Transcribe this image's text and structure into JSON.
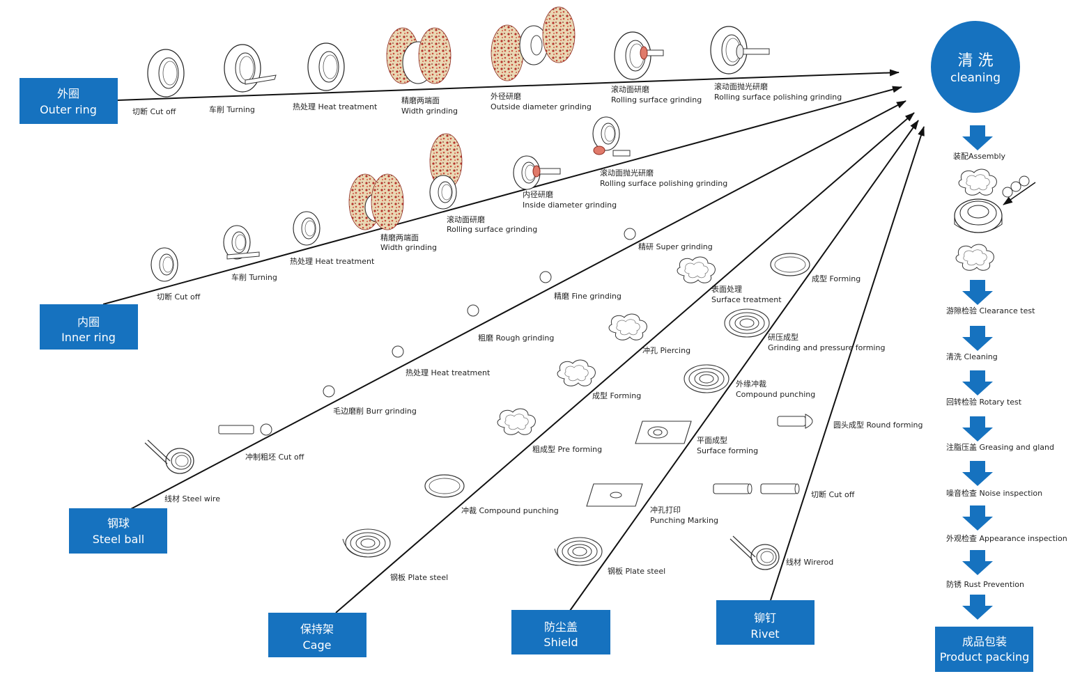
{
  "colors": {
    "box": "#1672bf",
    "line": "#111111",
    "arrow": "#1672bf"
  },
  "boxes": {
    "outer_ring": {
      "cn": "外圈",
      "en": "Outer ring"
    },
    "inner_ring": {
      "cn": "内圈",
      "en": "Inner ring"
    },
    "steel_ball": {
      "cn": "钢球",
      "en": "Steel ball"
    },
    "cage": {
      "cn": "保持架",
      "en": "Cage"
    },
    "shield": {
      "cn": "防尘盖",
      "en": "Shield"
    },
    "rivet": {
      "cn": "铆钉",
      "en": "Rivet"
    },
    "cleaning": {
      "cn": "清  洗",
      "en": "cleaning"
    },
    "packing": {
      "cn": "成品包装",
      "en": "Product packing"
    }
  },
  "outer_steps": {
    "cut_off": "切断 Cut  off",
    "turning": "车削 Turning",
    "heat": "热处理 Heat treatment",
    "width_cn": "精磨两端面",
    "width_en": "Width grinding",
    "od_cn": "外径研磨",
    "od_en": "Outside  diameter grinding",
    "rolling_cn": "滚动面研磨",
    "rolling_en": "Rolling surface grinding",
    "polish_cn": "滚动面抛光研磨",
    "polish_en": "Rolling surface polishing grinding"
  },
  "inner_steps": {
    "cut_off": "切断 Cut  off",
    "turning": "车削 Turning",
    "heat": "热处理 Heat treatment",
    "width_cn": "精磨两端面",
    "width_en": "Width grinding",
    "rolling_cn": "滚动面研磨",
    "rolling_en": "Rolling surface grinding",
    "id_cn": "内径研磨",
    "id_en": "Inside diameter grinding",
    "polish_cn": "滚动面抛光研磨",
    "polish_en": "Rolling surface polishing grinding"
  },
  "ball_steps": {
    "wire": "线材 Steel wire",
    "cut": "冲制粗坯 Cut  off",
    "burr": "毛边磨削 Burr grinding",
    "heat": "热处理 Heat treatment",
    "rough": "粗磨 Rough grinding",
    "fine": "精磨 Fine grinding",
    "super": "精研 Super  grinding"
  },
  "cage_steps": {
    "plate": "钢板 Plate steel",
    "compound": "冲裁 Compound punching",
    "pre": "粗成型 Pre  forming",
    "forming": "成型 Forming",
    "piercing": "冲孔 Piercing",
    "surface_cn": "表面处理",
    "surface_en": "Surface treatment"
  },
  "shield_steps": {
    "plate": "钢板 Plate steel",
    "punch_cn": "冲孔打印",
    "punch_en": "Punching   Marking",
    "surface_cn": "平面成型",
    "surface_en": "Surface forming",
    "compound_cn": "外缘冲裁",
    "compound_en": "Compound punching",
    "grind_cn": "研压成型",
    "grind_en": "Grinding and pressure forming",
    "forming": "成型 Forming"
  },
  "rivet_steps": {
    "wire": "线材 Wirerod",
    "cut": "切断 Cut  off",
    "round": "圆头成型 Round  forming"
  },
  "final_flow": {
    "assembly": "装配Assembly",
    "clearance": "游隙检验 Clearance test",
    "cleaning": "清洗 Cleaning",
    "rotary": "回转检验 Rotary test",
    "greasing": "注脂压盖 Greasing and gland",
    "noise": "噪音检查 Noise inspection",
    "appearance": "外观检查 Appearance inspection",
    "rust": "防锈 Rust Prevention"
  }
}
